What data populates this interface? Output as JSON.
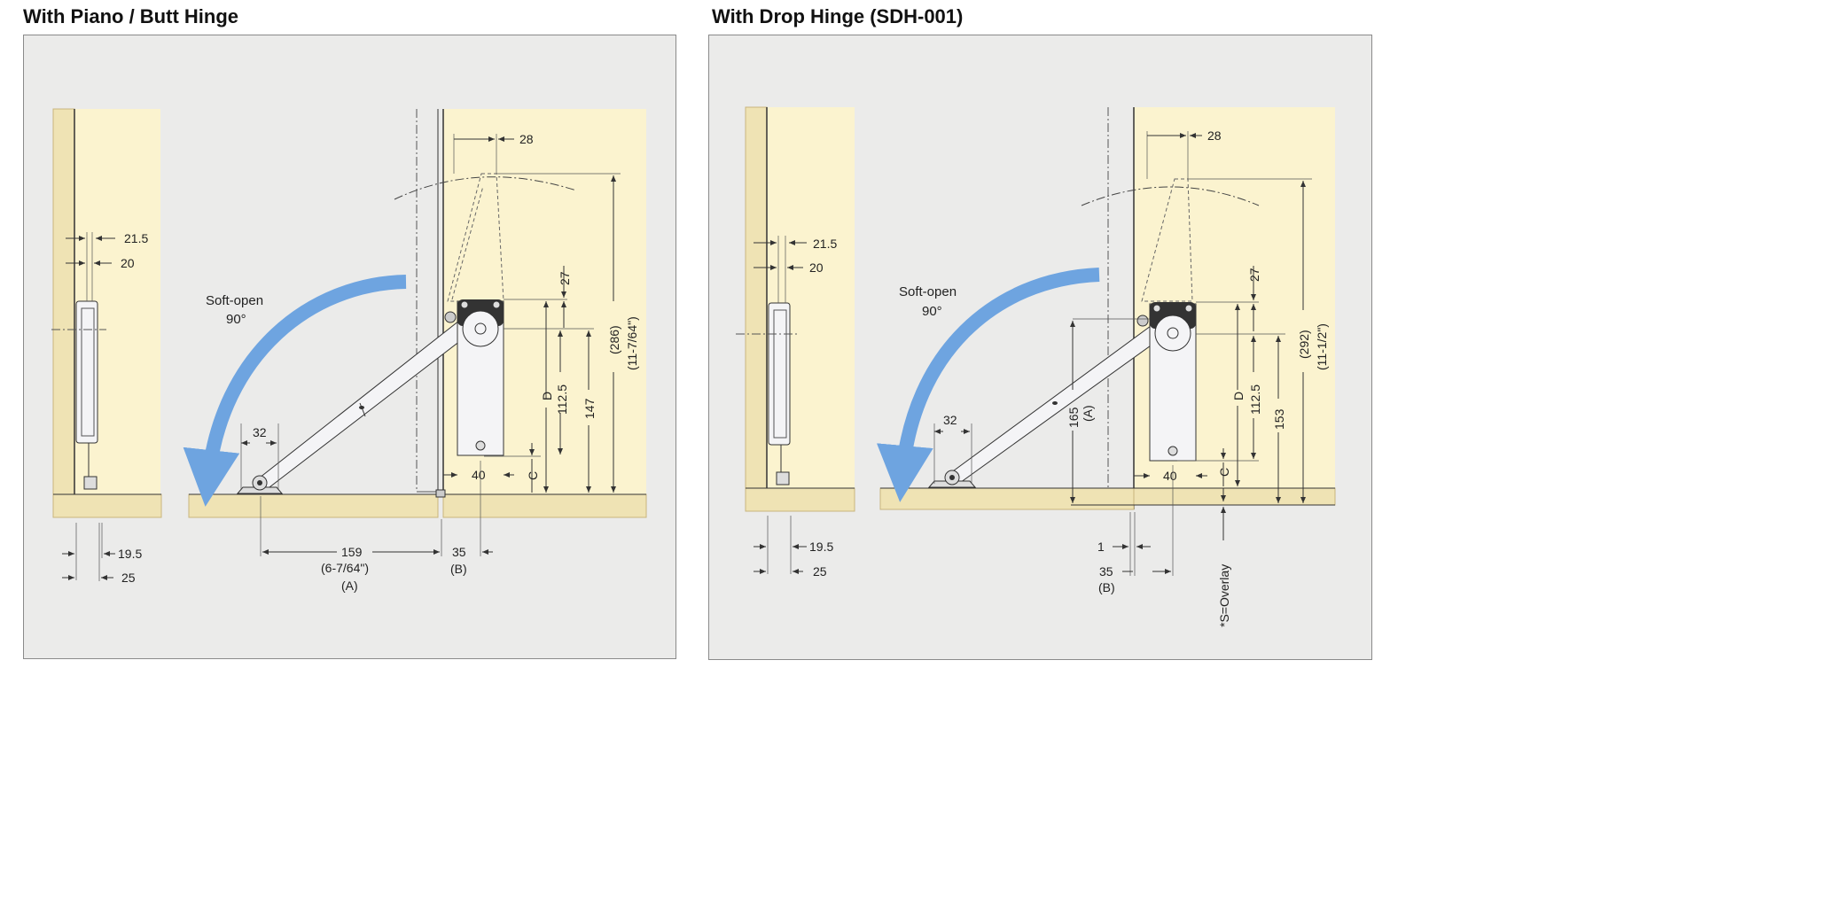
{
  "left": {
    "title": "With Piano / Butt Hinge",
    "soft_open": [
      "Soft-open",
      "90°"
    ],
    "dims": {
      "d215": "21.5",
      "d20": "20",
      "d195": "19.5",
      "d25": "25",
      "d28": "28",
      "d27": "27",
      "d286": "(286)",
      "d286in": "(11-7/64\")",
      "D": "D",
      "d1125": "112.5",
      "d147": "147",
      "C": "C",
      "d32": "32",
      "d40": "40",
      "d159": "159",
      "d159in": "(6-7/64\")",
      "A": "(A)",
      "d35": "35",
      "B": "(B)"
    }
  },
  "right": {
    "title": "With Drop Hinge (SDH-001)",
    "soft_open": [
      "Soft-open",
      "90°"
    ],
    "overlay_note": "*S=Overlay",
    "dims": {
      "d215": "21.5",
      "d20": "20",
      "d195": "19.5",
      "d25": "25",
      "d28": "28",
      "d27": "27",
      "d292": "(292)",
      "d292in": "(11-1/2\")",
      "D": "D",
      "d1125": "112.5",
      "d153": "153",
      "C": "C",
      "d165": "165",
      "A": "(A)",
      "d32": "32",
      "d40": "40",
      "d1": "1",
      "d35": "35",
      "B": "(B)"
    }
  },
  "colors": {
    "panel": "#ebebea",
    "wood": "#efe3b4",
    "wood_edge": "#e2cf97",
    "wall": "#fbf3cf",
    "arrow": "#6ea4e0",
    "hinge": "#f4f4f6",
    "line": "#333333"
  }
}
